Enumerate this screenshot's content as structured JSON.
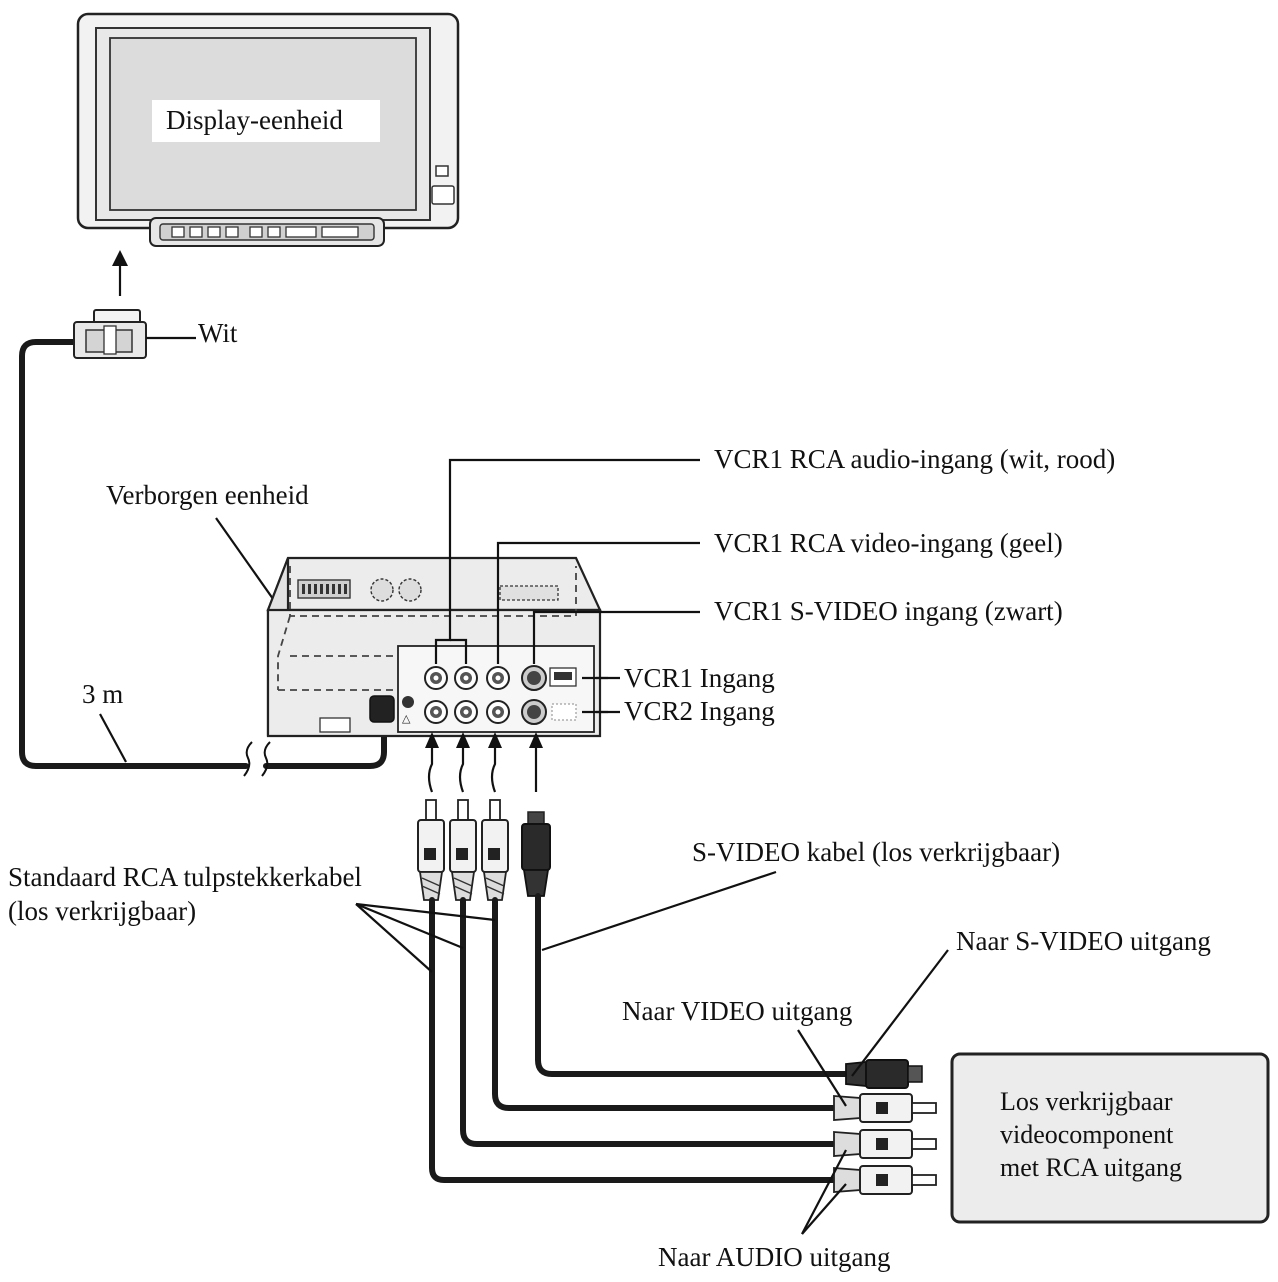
{
  "labels": {
    "display_unit": "Display-eenheid",
    "white": "Wit",
    "hidden_unit": "Verborgen eenheid",
    "cable_length": "3 m",
    "vcr1_audio": "VCR1 RCA audio-ingang (wit, rood)",
    "vcr1_video": "VCR1 RCA video-ingang (geel)",
    "vcr1_svideo": "VCR1 S-VIDEO ingang (zwart)",
    "vcr1_input": "VCR1 Ingang",
    "vcr2_input": "VCR2 Ingang",
    "rca_cable_line1": "Standaard RCA tulpstekkerkabel",
    "rca_cable_line2": "(los verkrijgbaar)",
    "svideo_cable": "S-VIDEO kabel (los verkrijgbaar)",
    "to_svideo_out": "Naar S-VIDEO uitgang",
    "to_video_out": "Naar VIDEO uitgang",
    "to_audio_out": "Naar AUDIO uitgang",
    "component_line1": "Los verkrijgbaar",
    "component_line2": "videocomponent",
    "component_line3": "met RCA uitgang"
  }
}
